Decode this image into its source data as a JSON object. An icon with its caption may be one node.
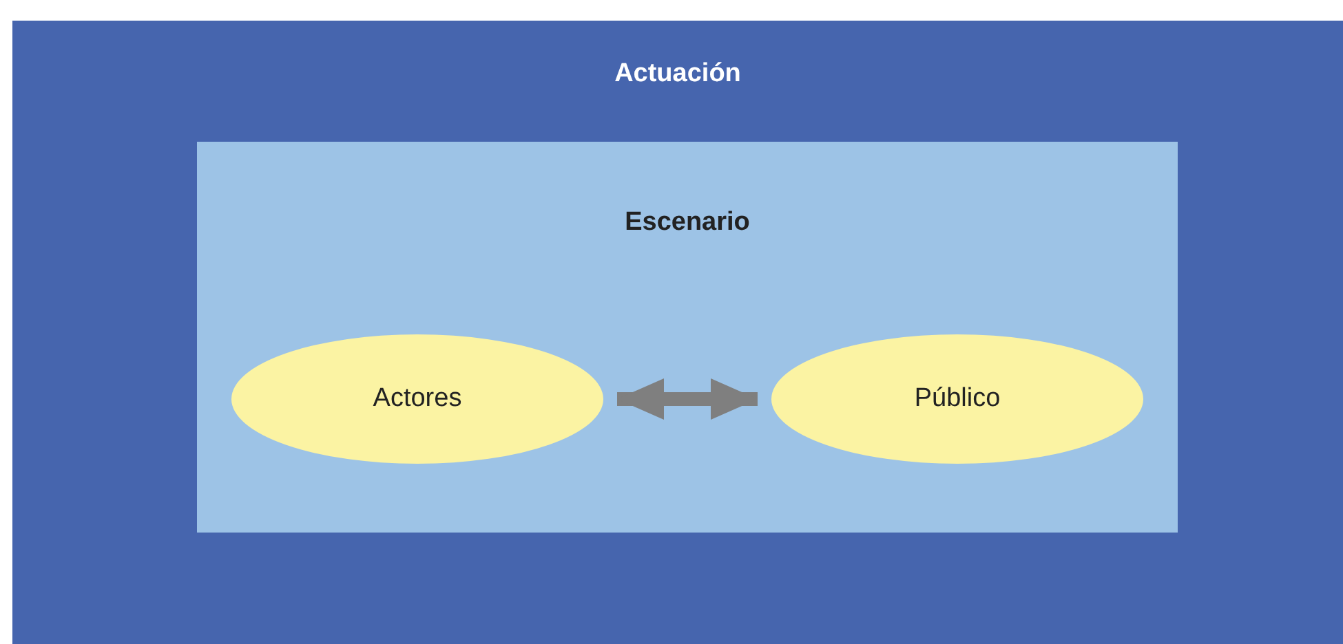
{
  "diagram": {
    "nodes": [
      {
        "text": [
          "Actuación"
        ]
      },
      {
        "text": [
          "Escenario"
        ],
        "in": 0
      },
      {
        "text": [
          "Actores"
        ],
        "in": 1
      },
      {
        "text": [
          "Público"
        ],
        "in": 1
      }
    ],
    "edges": [
      {
        "from": 2,
        "to": 3,
        "arrow": "both"
      }
    ]
  }
}
